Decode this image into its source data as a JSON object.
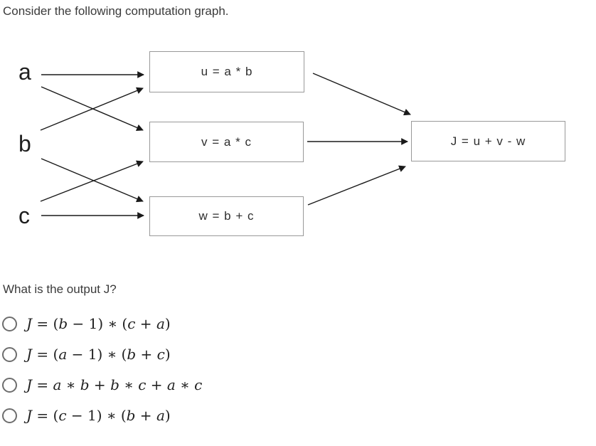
{
  "page": {
    "prompt": "Consider the following computation graph.",
    "question": "What is the output J?"
  },
  "diagram": {
    "inputs": [
      {
        "id": "a",
        "label": "a"
      },
      {
        "id": "b",
        "label": "b"
      },
      {
        "id": "c",
        "label": "c"
      }
    ],
    "nodes": [
      {
        "id": "u",
        "label": "u = a * b"
      },
      {
        "id": "v",
        "label": "v = a * c"
      },
      {
        "id": "w",
        "label": "w = b + c"
      },
      {
        "id": "J",
        "label": "J = u + v - w"
      }
    ],
    "edges": [
      {
        "from": "a",
        "to": "u"
      },
      {
        "from": "a",
        "to": "v"
      },
      {
        "from": "b",
        "to": "u"
      },
      {
        "from": "b",
        "to": "w"
      },
      {
        "from": "c",
        "to": "v"
      },
      {
        "from": "c",
        "to": "w"
      },
      {
        "from": "u",
        "to": "J"
      },
      {
        "from": "v",
        "to": "J"
      },
      {
        "from": "w",
        "to": "J"
      }
    ]
  },
  "options": [
    {
      "formula": "J = (b − 1) ∗ (c + a)",
      "selected": false
    },
    {
      "formula": "J = (a − 1) ∗ (b + c)",
      "selected": false
    },
    {
      "formula": "J = a ∗ b + b ∗ c + a ∗ c",
      "selected": false
    },
    {
      "formula": "J = (c − 1) ∗ (b + a)",
      "selected": false
    }
  ],
  "colors": {
    "text": "#3b3b3b",
    "arrow": "#1a1a1a",
    "box_border": "#999999",
    "radio_border": "#6d6d6d"
  }
}
